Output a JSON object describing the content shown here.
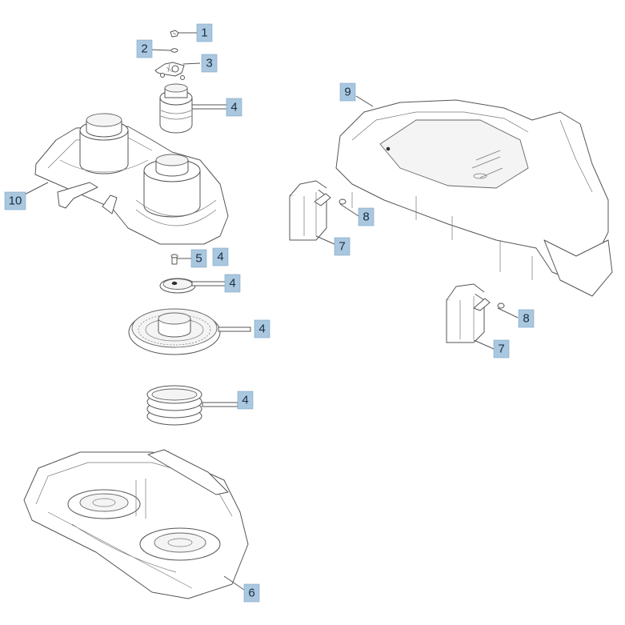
{
  "callouts": {
    "c1": "1",
    "c2": "2",
    "c3": "3",
    "c4a": "4",
    "c10": "10",
    "c5": "5",
    "c5b": "4",
    "c4b": "4",
    "c4c": "4",
    "c4d": "4",
    "c6": "6",
    "c9": "9",
    "c8a": "8",
    "c7a": "7",
    "c8b": "8",
    "c7b": "7"
  }
}
